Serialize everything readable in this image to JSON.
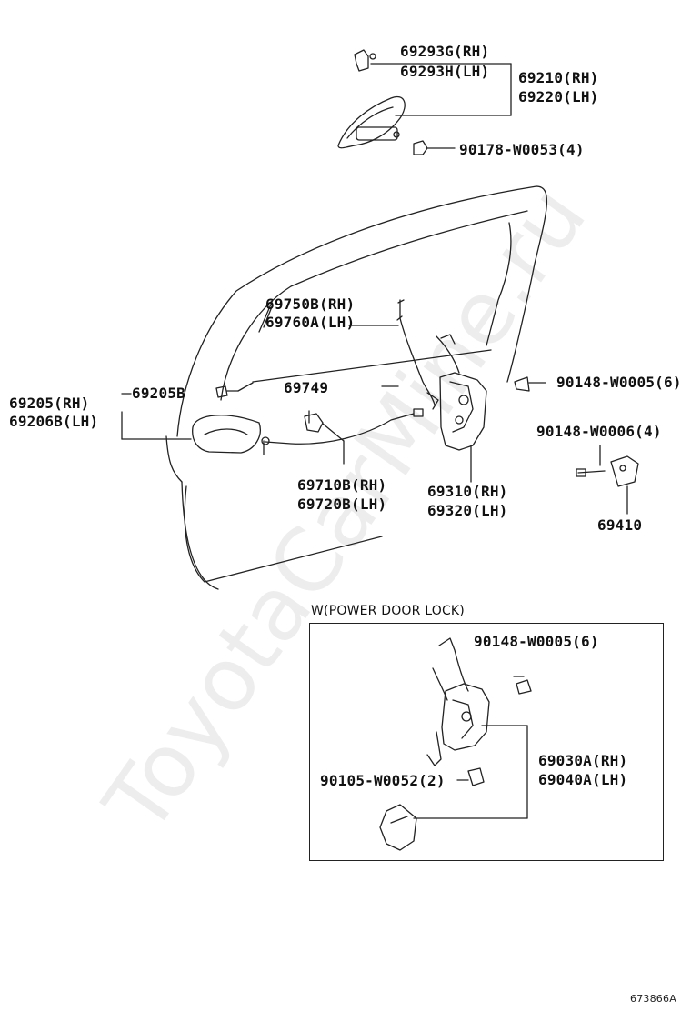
{
  "watermark": "ToyotaCarMine.ru",
  "figure_id": "673866A",
  "labels": {
    "p69293g": "69293G(RH)",
    "p69293h": "69293H(LH)",
    "p69210": "69210(RH)",
    "p69220": "69220(LH)",
    "p90178": "90178-W0053(4)",
    "p69750b": "69750B(RH)",
    "p69760a": "69760A(LH)",
    "p90148_5": "90148-W0005(6)",
    "p69205b": "69205B",
    "p69749": "69749",
    "p69205": "69205(RH)",
    "p69206b": "69206B(LH)",
    "p90148_6": "90148-W0006(4)",
    "p69710b": "69710B(RH)",
    "p69720b": "69720B(LH)",
    "p69310": "69310(RH)",
    "p69320": "69320(LH)",
    "p69410": "69410",
    "power_title": "W(POWER DOOR LOCK)",
    "p90148_5b": "90148-W0005(6)",
    "p69030a": "69030A(RH)",
    "p69040a": "69040A(LH)",
    "p90105": "90105-W0052(2)"
  }
}
